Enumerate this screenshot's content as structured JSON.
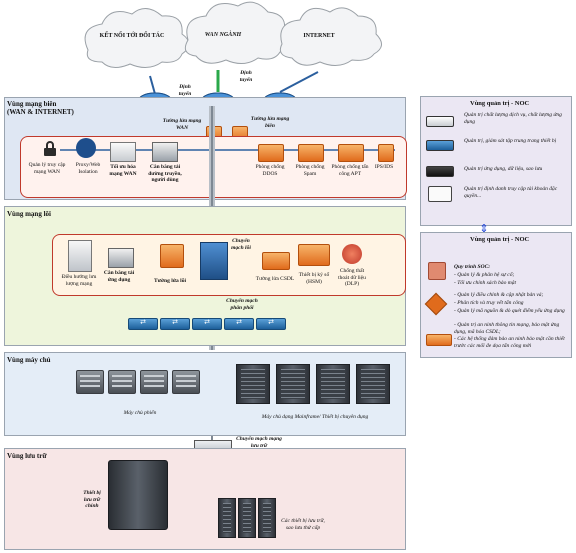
{
  "clouds": {
    "partner": "KẾT NỐI TỚI ĐỐI TÁC",
    "wan": "WAN NGÀNH",
    "internet": "INTERNET"
  },
  "routing_labels": [
    "Định tuyến",
    "Định tuyến"
  ],
  "firewall_labels": {
    "wan": "Tường lửa mạng WAN",
    "edge": "Tường lửa mạng biên"
  },
  "zones": {
    "edge": "Vùng mạng biên\n(WAN & INTERNET)",
    "core": "Vùng mạng lõi",
    "servers": "Vùng máy chủ",
    "storage": "Vùng lưu trữ"
  },
  "edge_devices": [
    "Quản lý truy cập mạng WAN",
    "Proxy/Web Isolation",
    "Tối ưu hóa mạng WAN",
    "Cân bằng tải đường truyền, người dùng",
    "Phòng chống DDOS",
    "Phòng chống Spam",
    "Phòng chống tấn công APT",
    "IPS/IDS"
  ],
  "core_devices": [
    "Điều hướng lưu lượng mạng",
    "Cân bằng tải ứng dụng",
    "Tường lửa lõi",
    "Chuyển mạch lõi",
    "Tường lửa CSDL",
    "Thiết bị ký số (HSM)",
    "Chống thất thoát dữ liệu (DLP)"
  ],
  "distribution_label": "Chuyển mạch phân phối",
  "server_labels": {
    "physical": "Máy chủ phiến",
    "mainframe": "Máy chủ dạng Mainframe/ Thiết bị chuyên dụng"
  },
  "storage_switch_label": "Chuyển mạch mạng lưu trữ",
  "storage_labels": {
    "primary": "Thiết bị lưu trữ chính",
    "backup": "Các thiết bị lưu trữ, sao lưu thứ cấp"
  },
  "noc1": {
    "title": "Vùng quản trị - NOC",
    "items": [
      "Quản trị chất lượng dịch vụ, chất lượng ứng dụng",
      "Quản trị, giám sát tập trung trang thiết bị",
      "Quản trị ứng dụng, dữ liệu, sao lưu",
      "Quản trị định danh truy cập tài khoản đặc quyền..."
    ]
  },
  "noc2": {
    "title": "Vùng quản trị - NOC",
    "items": [
      "Quy trình SOC:",
      "- Quản lý & phân hệ sự cố;",
      "- Tối ưu chính sách bảo mật",
      "- Quản lý điều chỉnh & cập nhật bản vá;",
      "- Phân tích và truy vết tấn công",
      "- Quản lý mã nguồn & dò quét điểm yếu ứng dụng",
      "- Quản trị an ninh thông tin mạng, bảo mật ứng dụng, mã hóa CSDL;",
      "- Các hệ thống đảm bảo an ninh bảo mật cần thiết trước các mối đe dọa tấn công mới"
    ]
  }
}
